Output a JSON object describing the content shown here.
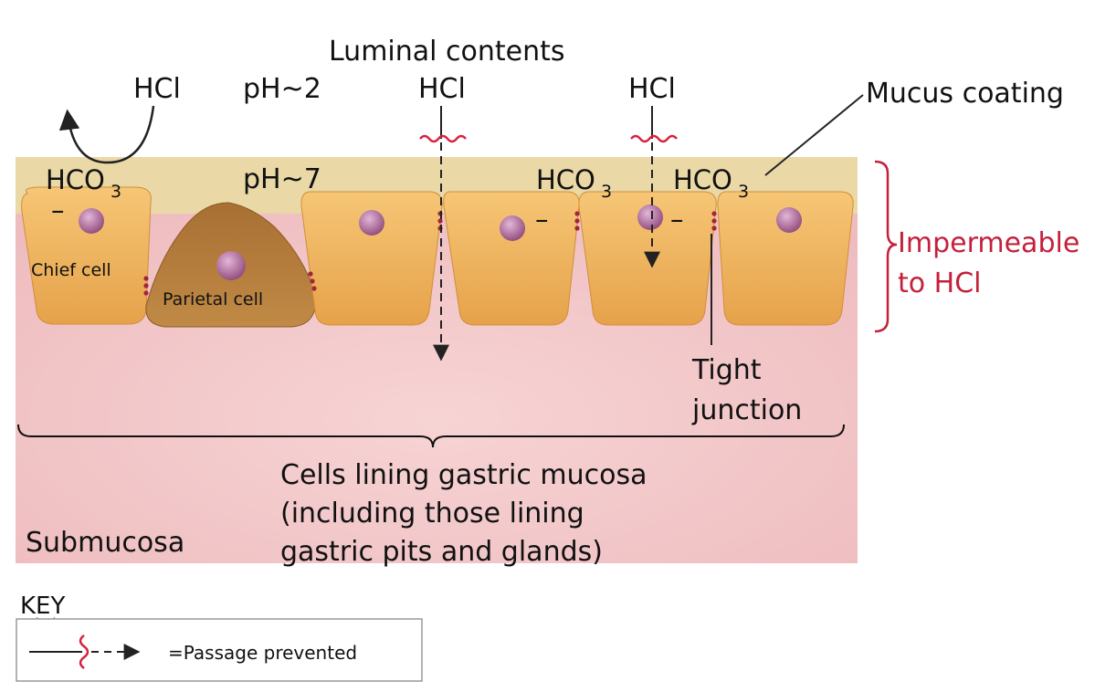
{
  "labels": {
    "luminal_contents": "Luminal contents",
    "hcl_left": "HCl",
    "ph_lumen": "pH~2",
    "hcl_mid": "HCl",
    "hcl_right": "HCl",
    "mucus_coating": "Mucus coating",
    "hco3_1": "HCO",
    "hco3_2": "HCO",
    "hco3_3": "HCO",
    "subscript_3": "3",
    "minus": "–",
    "ph_mucus": "pH~7",
    "chief_cell": "Chief cell",
    "parietal_cell": "Parietal cell",
    "impermeable_line1": "Impermeable",
    "impermeable_line2": "to HCl",
    "tight_line1": "Tight",
    "tight_line2": "junction",
    "cells_line1": "Cells lining gastric mucosa",
    "cells_line2": "(including those lining",
    "cells_line3": "gastric pits and glands)",
    "submucosa": "Submucosa"
  },
  "key": {
    "title": "KEY",
    "text": "=Passage prevented"
  },
  "colors": {
    "mucus": "#ead9a7",
    "submucosa": "#f2c9cb",
    "cell": "#f0b55c",
    "parietal": "#b07a38",
    "nucleus": "#b36fa4",
    "blocked_marker": "#d8203f",
    "impermeable_text": "#c4203c"
  }
}
